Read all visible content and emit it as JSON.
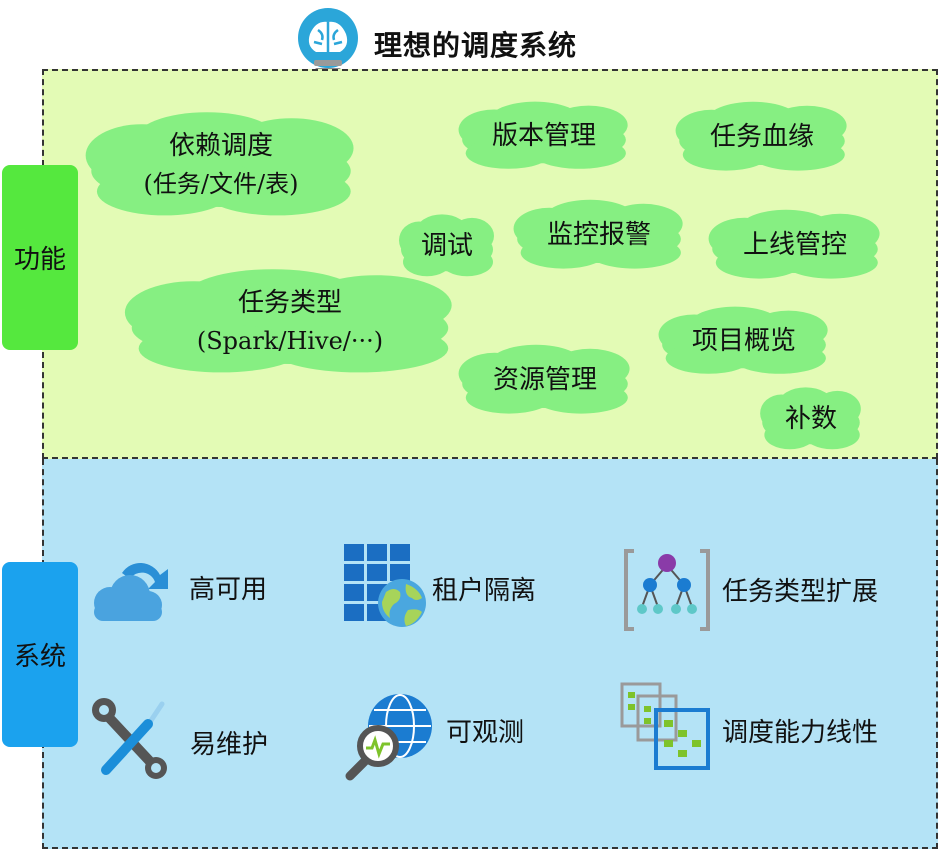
{
  "title": "理想的调度系统",
  "sections": {
    "function": {
      "tab_label": "功能"
    },
    "system": {
      "tab_label": "系统"
    }
  },
  "features": {
    "dependency_scheduling": {
      "label": "依赖调度",
      "sub": "(任务/文件/表)"
    },
    "version_management": "版本管理",
    "task_lineage": "任务血缘",
    "debugging": "调试",
    "monitoring_alerts": "监控报警",
    "release_control": "上线管控",
    "task_types": {
      "label": "任务类型",
      "sub": "(Spark/Hive/···)"
    },
    "project_overview": "项目概览",
    "resource_management": "资源管理",
    "backfill": "补数"
  },
  "system_features": {
    "high_availability": "高可用",
    "tenant_isolation": "租户隔离",
    "task_type_extension": "任务类型扩展",
    "maintainability": "易维护",
    "observability": "可观测",
    "linear_scalability": "调度能力线性"
  },
  "colors": {
    "function_panel": "#e3fbb5",
    "system_panel": "#b4e3f6",
    "function_tab": "#55e83e",
    "system_tab": "#1ba2ee",
    "cloud_fill": "#86ef82"
  },
  "icons": [
    "lightbulb-brain-icon",
    "cloud-sync-icon",
    "grid-globe-icon",
    "tree-hierarchy-icon",
    "wrench-screwdriver-icon",
    "globe-magnifier-icon",
    "stacked-nodes-icon"
  ]
}
